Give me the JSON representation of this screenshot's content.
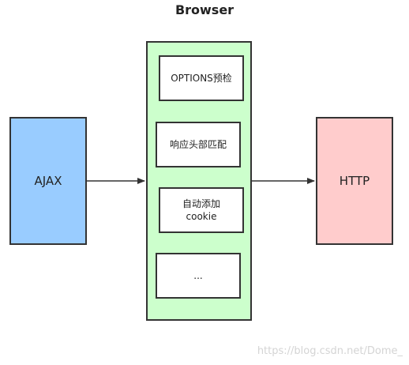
{
  "title": "Browser",
  "nodes": {
    "ajax": "AJAX",
    "http": "HTTP",
    "browser_steps": [
      "OPTIONS预检",
      "响应头部匹配",
      "自动添加 cookie",
      "..."
    ]
  },
  "watermark": "https://blog.csdn.net/Dome_",
  "colors": {
    "ajax_fill": "#99ccff",
    "browser_fill": "#ccffcc",
    "http_fill": "#ffcccc",
    "stroke": "#333333"
  }
}
